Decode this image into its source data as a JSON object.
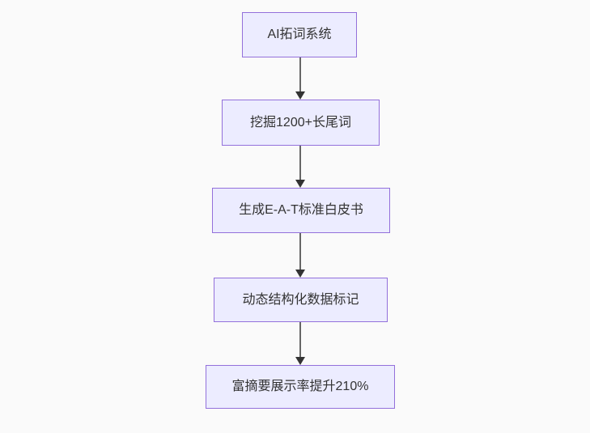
{
  "diagram": {
    "type": "flowchart",
    "direction": "top-to-bottom",
    "nodes": [
      {
        "label": "AI拓词系统"
      },
      {
        "label": "挖掘1200+长尾词"
      },
      {
        "label": "生成E-A-T标准白皮书"
      },
      {
        "label": "动态结构化数据标记"
      },
      {
        "label": "富摘要展示率提升210%"
      }
    ],
    "edges": [
      {
        "from": "AI拓词系统",
        "to": "挖掘1200+长尾词"
      },
      {
        "from": "挖掘1200+长尾词",
        "to": "生成E-A-T标准白皮书"
      },
      {
        "from": "生成E-A-T标准白皮书",
        "to": "动态结构化数据标记"
      },
      {
        "from": "动态结构化数据标记",
        "to": "富摘要展示率提升210%"
      }
    ]
  },
  "colors": {
    "background": "#fafafa",
    "node_fill": "#ececff",
    "node_border": "#9370db",
    "node_text": "#333333",
    "edge_line": "#666666",
    "arrowhead": "#333333"
  }
}
